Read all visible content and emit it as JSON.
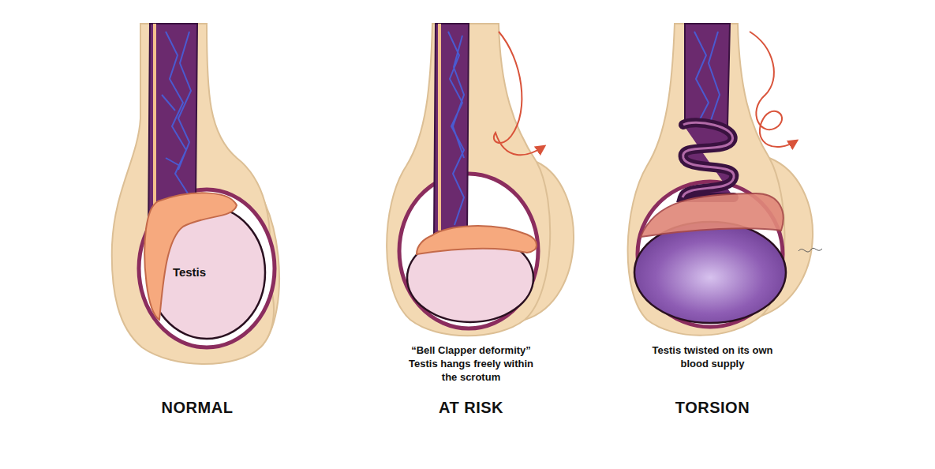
{
  "diagram": {
    "labels": [
      "Testis",
      "“Bell Clapper deformity” Testis hangs freely within the scrotum",
      "Testis twisted on its own blood supply",
      "NORMAL",
      "AT RISK",
      "TORSION"
    ]
  }
}
